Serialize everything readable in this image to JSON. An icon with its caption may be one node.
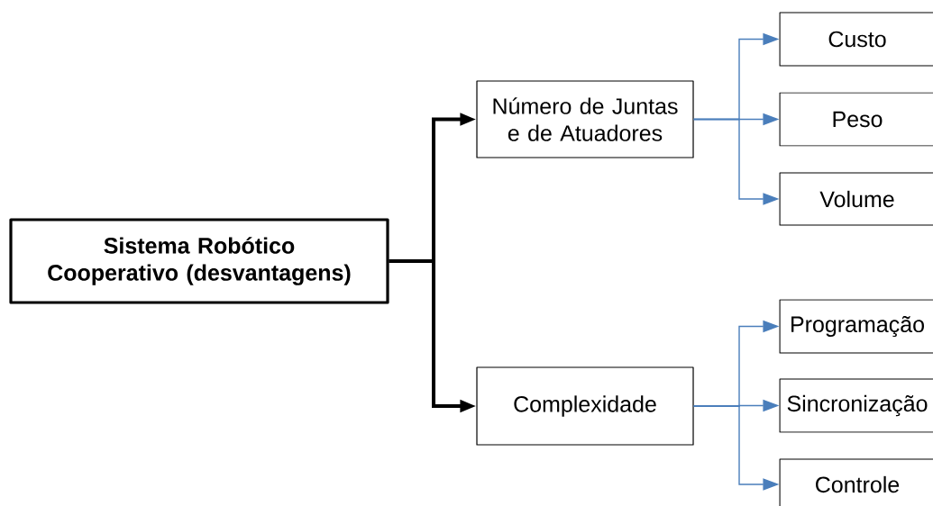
{
  "diagram": {
    "nodes": [
      {
        "text": [
          "Sistema Robótico Cooperativo (desvantagens)"
        ]
      },
      {
        "text": [
          "Número de Juntas e de Atuadores"
        ]
      },
      {
        "text": [
          "Complexidade"
        ]
      },
      {
        "text": [
          "Custo"
        ]
      },
      {
        "text": [
          "Peso"
        ]
      },
      {
        "text": [
          "Volume"
        ]
      },
      {
        "text": [
          "Programação"
        ]
      },
      {
        "text": [
          "Sincronização"
        ]
      },
      {
        "text": [
          "Controle"
        ]
      }
    ],
    "edges": [
      {
        "from": 0,
        "to": 1,
        "arrow": "to",
        "style": "thick",
        "color": "#000000"
      },
      {
        "from": 0,
        "to": 2,
        "arrow": "to",
        "style": "thick",
        "color": "#000000"
      },
      {
        "from": 1,
        "to": 3,
        "arrow": "to"
      },
      {
        "from": 1,
        "to": 4,
        "arrow": "to"
      },
      {
        "from": 1,
        "to": 5,
        "arrow": "to"
      },
      {
        "from": 2,
        "to": 6,
        "arrow": "to"
      },
      {
        "from": 2,
        "to": 7,
        "arrow": "to"
      },
      {
        "from": 2,
        "to": 8,
        "arrow": "to"
      }
    ]
  }
}
